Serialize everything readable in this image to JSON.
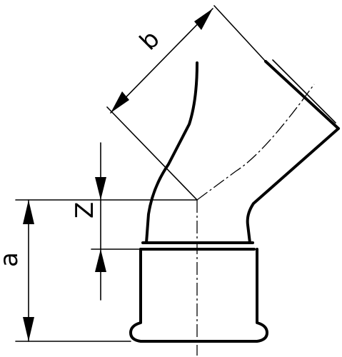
{
  "labels": {
    "b": "b",
    "z": "Z",
    "a": "a"
  },
  "colors": {
    "line": "#000000",
    "background": "#ffffff"
  }
}
